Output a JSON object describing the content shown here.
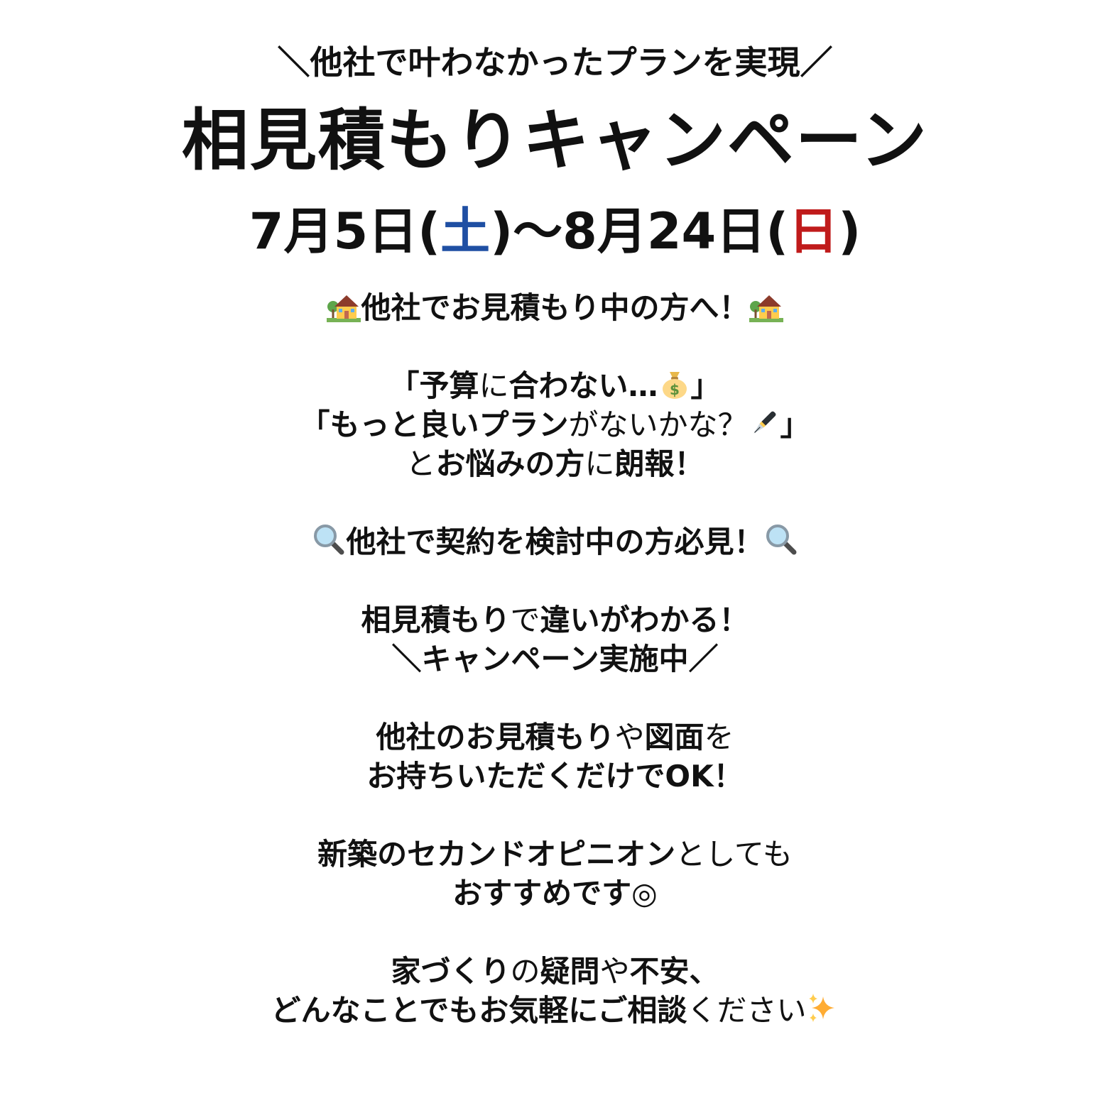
{
  "header": {
    "tagline": "＼他社で叶わなかったプランを実現／",
    "title": "相見積もりキャンペーン",
    "date_start": "7月5日(",
    "date_start_day": "土",
    "date_mid": ")〜8月24日(",
    "date_end_day": "日",
    "date_end": ")"
  },
  "section_house": {
    "text": "他社でお見積もり中の方へ！"
  },
  "worries": {
    "line1_a": "「予算",
    "line1_b": "に",
    "line1_c": "合わない…",
    "line1_d": "」",
    "line2_a": "「もっと良いプラン",
    "line2_b": "がないかな？",
    "line2_c": "」",
    "line3_a": "と",
    "line3_b": "お悩みの方",
    "line3_c": "に",
    "line3_d": "朗報！"
  },
  "section_search": {
    "text": "他社で契約を検討中の方必見！"
  },
  "difference": {
    "line1_a": "相見積もり",
    "line1_b": "で",
    "line1_c": "違いがわかる！",
    "line2": "＼キャンペーン実施中／"
  },
  "bring": {
    "line1_a": "他社のお見積もり",
    "line1_b": "や",
    "line1_c": "図面",
    "line1_d": "を",
    "line2": "お持ちいただくだけでOK！"
  },
  "second_opinion": {
    "line1_a": "新築のセカンドオピニオン",
    "line1_b": "としても",
    "line2": "おすすめです◎"
  },
  "consult": {
    "line1_a": "家づくり",
    "line1_b": "の",
    "line1_c": "疑問",
    "line1_d": "や",
    "line1_e": "不安、",
    "line2_a": "どんなことでもお気軽にご相談",
    "line2_b": "ください"
  },
  "icons": {
    "house": "house-with-garden-icon",
    "money": "money-bag-icon",
    "pen": "fountain-pen-icon",
    "search": "magnifying-glass-icon",
    "sparkles": "sparkles-icon"
  },
  "colors": {
    "saturday": "#1f4fa3",
    "sunday": "#c01b1b",
    "text": "#111111"
  }
}
